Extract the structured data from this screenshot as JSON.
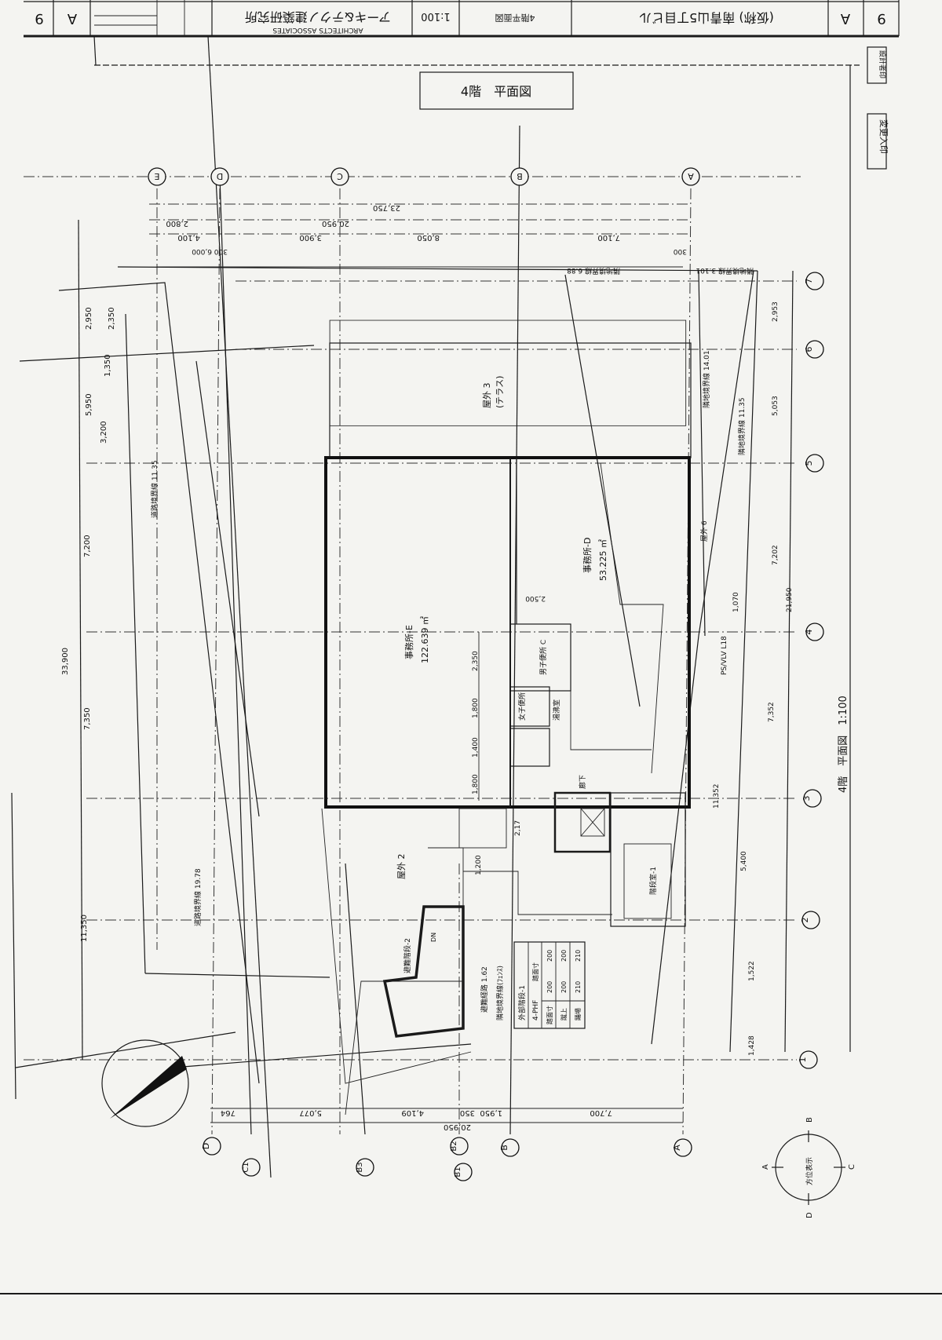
{
  "title_block": {
    "sheet_no": "9",
    "sheet_series": "A",
    "firm_name": "アーキ&テクノ建築研究所",
    "firm_name_en": "ARCHITECTS ASSOCIATES",
    "scale": "1:100",
    "drawing_name": "4階平面図",
    "project_name": "(仮称) 南青山5丁目ビル",
    "sheet_series_right": "A",
    "sheet_no_right": "9"
  },
  "drawing_title": "4階　平面図",
  "stamps": {
    "designer": "設計者印",
    "change": "変更入印"
  },
  "grid": {
    "columns_top": [
      "E",
      "D",
      "C",
      "B",
      "A"
    ],
    "columns_bottom": [
      "D",
      "C1",
      "B3",
      "B2",
      "B1",
      "B",
      "A"
    ],
    "rows": [
      "7",
      "6",
      "5",
      "4",
      "3",
      "2",
      "1"
    ]
  },
  "dimensions": {
    "top": [
      "23,750",
      "20,950",
      "2,800",
      "8,050",
      "7,100",
      "4,100",
      "3,900",
      "300",
      "300",
      "6,000"
    ],
    "bottom": [
      "764",
      "5,077",
      "4,109",
      "350",
      "1,950",
      "7,700",
      "20,950"
    ],
    "left": [
      "2,950",
      "2,350",
      "5,950",
      "3,200",
      "1,350",
      "7,200",
      "33,900",
      "7,350",
      "11,350"
    ],
    "right": [
      "2,953",
      "5,053",
      "7,202",
      "21,950",
      "1,070",
      "7,352",
      "11,352",
      "5,400",
      "1,522",
      "1,428"
    ],
    "interior": [
      "2,500",
      "2,350",
      "1,800",
      "1,400",
      "1,800",
      "1,200",
      "2,17"
    ]
  },
  "rooms": {
    "office_e": {
      "name": "事務所-E",
      "area": "122.639 ㎡"
    },
    "office_d": {
      "name": "事務所-D",
      "area": "53.225 ㎡"
    },
    "terrace": {
      "name": "屋外 3",
      "sub": "(テラス)"
    },
    "mens_toilet": "男子便所 C",
    "womens_toilet": "女子便所",
    "kitchen": "湯沸室",
    "outdoor_2": "屋外 2",
    "outdoor_6": "屋外 6",
    "stair_2": "避難階段-2",
    "stair_1": "階段室-1",
    "corridor": "廊下"
  },
  "table": {
    "title": "外部階段-1",
    "header": [
      "4-PHF",
      "踏面寸"
    ],
    "rows": [
      [
        "踏面寸",
        "200",
        "200"
      ],
      [
        "蹴上",
        "200",
        "200"
      ],
      [
        "踊場",
        "210",
        "210"
      ]
    ]
  },
  "annotations": [
    "道路境界線 19.78",
    "道路境界線 11.35",
    "隣地境界線 6.88",
    "隣地境界線 3.101",
    "避難経路 1.62",
    "隣地境界線(ﾌｪﾝｽ)",
    "隣地境界線 14.01",
    "隣地境界線 11.35",
    "PS/VLV L18",
    "DN"
  ],
  "scale_label": "4階　平面図　1:100",
  "direction_labels": [
    "A",
    "B",
    "C",
    "D"
  ],
  "direction_title": "方位表示"
}
